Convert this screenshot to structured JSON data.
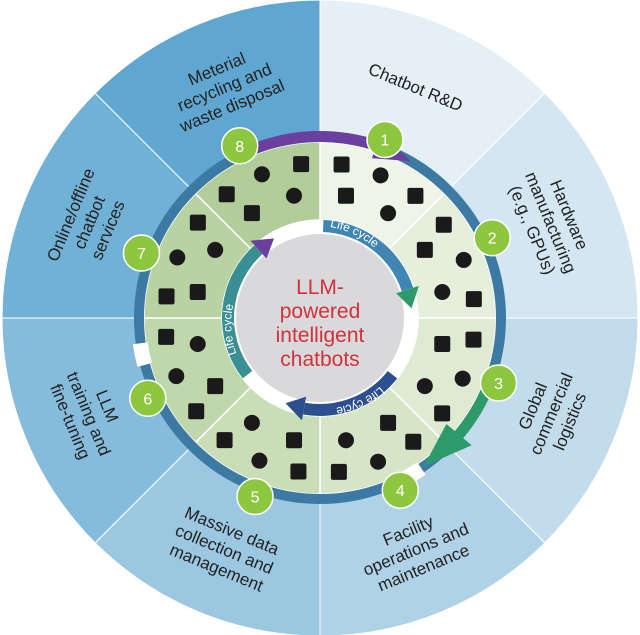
{
  "center": {
    "lines": [
      "LLM-",
      "powered",
      "intelligent",
      "chatbots"
    ],
    "color": "#d3303a"
  },
  "life_cycle_label": "Life cycle",
  "stages": [
    {
      "number": "1",
      "lines": [
        "Chatbot R&D"
      ],
      "color": "#e4eff6"
    },
    {
      "number": "2",
      "lines": [
        "Hardware",
        "manufacturing",
        "(e.g., GPUs)"
      ],
      "color": "#d3e6f1"
    },
    {
      "number": "3",
      "lines": [
        "Global",
        "commercial",
        "logistics"
      ],
      "color": "#c3dcec"
    },
    {
      "number": "4",
      "lines": [
        "Facility",
        "operations and",
        "maintenance"
      ],
      "color": "#b0d2e7"
    },
    {
      "number": "5",
      "lines": [
        "Massive data",
        "collection and",
        "management"
      ],
      "color": "#9bc7e1"
    },
    {
      "number": "6",
      "lines": [
        "LLM",
        "training and",
        "fine-tuning"
      ],
      "color": "#86bcdb"
    },
    {
      "number": "7",
      "lines": [
        "Online/offline",
        "chatbot",
        "services"
      ],
      "color": "#72b1d6"
    },
    {
      "number": "8",
      "lines": [
        "Meterial",
        "recycling and",
        "waste disposal"
      ],
      "color": "#5fa6d0"
    }
  ],
  "colors": {
    "badge": "#8dc63f",
    "ring": "#3d7aa3",
    "arrow_purple": "#6b3fa0",
    "arrow_green": "#2e9a6a",
    "center_fill": "#d9d9db"
  }
}
